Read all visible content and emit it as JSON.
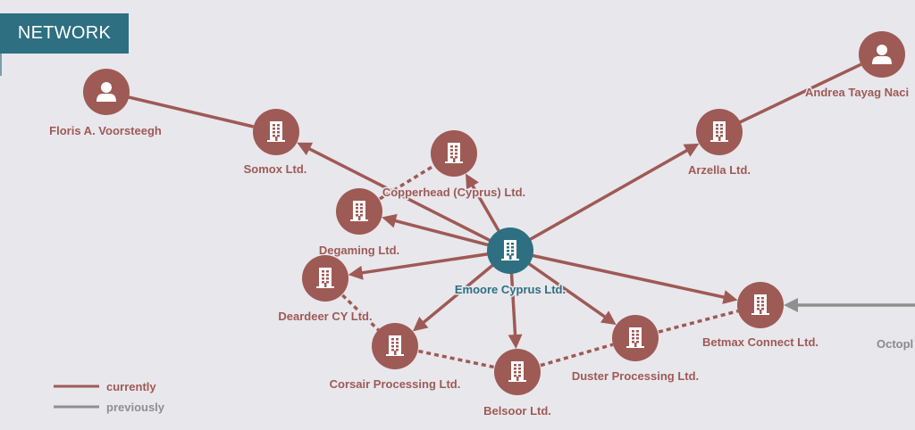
{
  "header": {
    "title": "NETWORK"
  },
  "colors": {
    "current": "#9e5a55",
    "previous": "#8f8f8f",
    "focus": "#2e6f82",
    "background": "#e8e7ec"
  },
  "nodes": [
    {
      "id": "floris",
      "label": "Floris A. Voorsteegh",
      "type": "person"
    },
    {
      "id": "somox",
      "label": "Somox Ltd.",
      "type": "company"
    },
    {
      "id": "copperhead",
      "label": "Copperhead (Cyprus) Ltd.",
      "type": "company"
    },
    {
      "id": "degaming",
      "label": "Degaming Ltd.",
      "type": "company"
    },
    {
      "id": "deardeer",
      "label": "Deardeer CY Ltd.",
      "type": "company"
    },
    {
      "id": "emoore",
      "label": "Emoore Cyprus Ltd.",
      "type": "company",
      "focus": true
    },
    {
      "id": "corsair",
      "label": "Corsair Processing Ltd.",
      "type": "company"
    },
    {
      "id": "belsoor",
      "label": "Belsoor Ltd.",
      "type": "company"
    },
    {
      "id": "duster",
      "label": "Duster Processing Ltd.",
      "type": "company"
    },
    {
      "id": "betmax",
      "label": "Betmax Connect Ltd.",
      "type": "company"
    },
    {
      "id": "arzella",
      "label": "Arzella Ltd.",
      "type": "company"
    },
    {
      "id": "andrea",
      "label": "Andrea Tayag Naci",
      "type": "person"
    },
    {
      "id": "octopl",
      "label": "Octopl",
      "type": "offscreen"
    }
  ],
  "edges": [
    {
      "from": "floris",
      "to": "somox",
      "style": "solid",
      "arrow": false,
      "status": "current"
    },
    {
      "from": "emoore",
      "to": "somox",
      "style": "solid",
      "arrow": true,
      "status": "current"
    },
    {
      "from": "emoore",
      "to": "copperhead",
      "style": "solid",
      "arrow": true,
      "status": "current"
    },
    {
      "from": "degaming",
      "to": "copperhead",
      "style": "dotted",
      "arrow": false,
      "status": "current"
    },
    {
      "from": "emoore",
      "to": "degaming",
      "style": "solid",
      "arrow": true,
      "status": "current"
    },
    {
      "from": "emoore",
      "to": "deardeer",
      "style": "solid",
      "arrow": true,
      "status": "current"
    },
    {
      "from": "deardeer",
      "to": "corsair",
      "style": "dotted",
      "arrow": false,
      "status": "current"
    },
    {
      "from": "emoore",
      "to": "corsair",
      "style": "solid",
      "arrow": true,
      "status": "current"
    },
    {
      "from": "emoore",
      "to": "belsoor",
      "style": "solid",
      "arrow": true,
      "status": "current"
    },
    {
      "from": "emoore",
      "to": "duster",
      "style": "solid",
      "arrow": true,
      "status": "current"
    },
    {
      "from": "emoore",
      "to": "betmax",
      "style": "solid",
      "arrow": true,
      "status": "current"
    },
    {
      "from": "emoore",
      "to": "arzella",
      "style": "solid",
      "arrow": true,
      "status": "current"
    },
    {
      "from": "arzella",
      "to": "andrea",
      "style": "solid",
      "arrow": false,
      "status": "current"
    },
    {
      "from": "corsair",
      "to": "belsoor",
      "style": "dotted",
      "arrow": false,
      "status": "current"
    },
    {
      "from": "belsoor",
      "to": "duster",
      "style": "dotted",
      "arrow": false,
      "status": "current"
    },
    {
      "from": "duster",
      "to": "betmax",
      "style": "dotted",
      "arrow": false,
      "status": "current"
    },
    {
      "from": "octopl",
      "to": "betmax",
      "style": "solid",
      "arrow": true,
      "status": "previous"
    }
  ],
  "legend": [
    {
      "label": "currently",
      "status": "current"
    },
    {
      "label": "previously",
      "status": "previous"
    }
  ]
}
